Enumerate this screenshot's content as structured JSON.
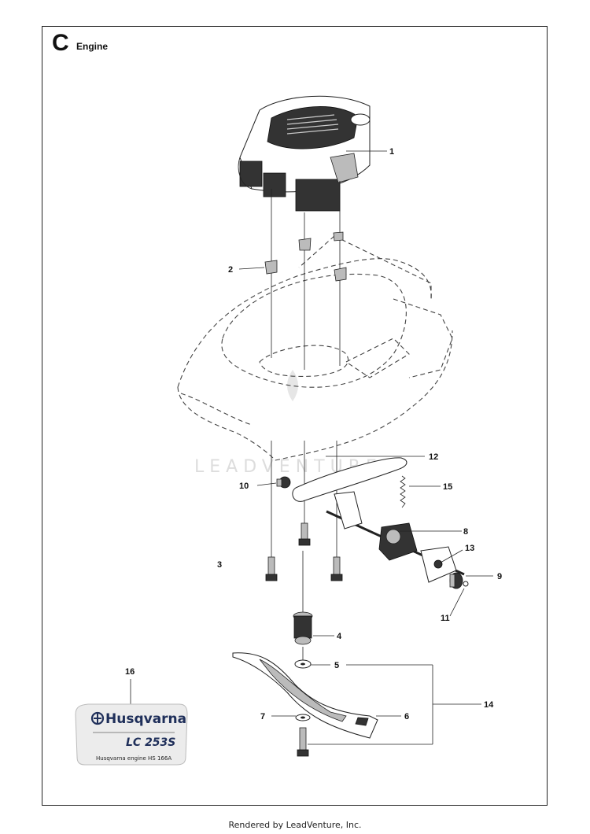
{
  "section": {
    "letter": "C",
    "title": "Engine"
  },
  "watermark": "LEADVENTURE",
  "decal": {
    "brand": "Husqvarna",
    "model": "LC 253S",
    "note": "Husqvarna engine HS 166A",
    "brand_color": "#1f2f5a"
  },
  "callouts": [
    "1",
    "2",
    "3",
    "4",
    "5",
    "6",
    "7",
    "8",
    "9",
    "10",
    "11",
    "12",
    "13",
    "14",
    "15",
    "16"
  ],
  "footer": "Rendered by LeadVenture, Inc."
}
